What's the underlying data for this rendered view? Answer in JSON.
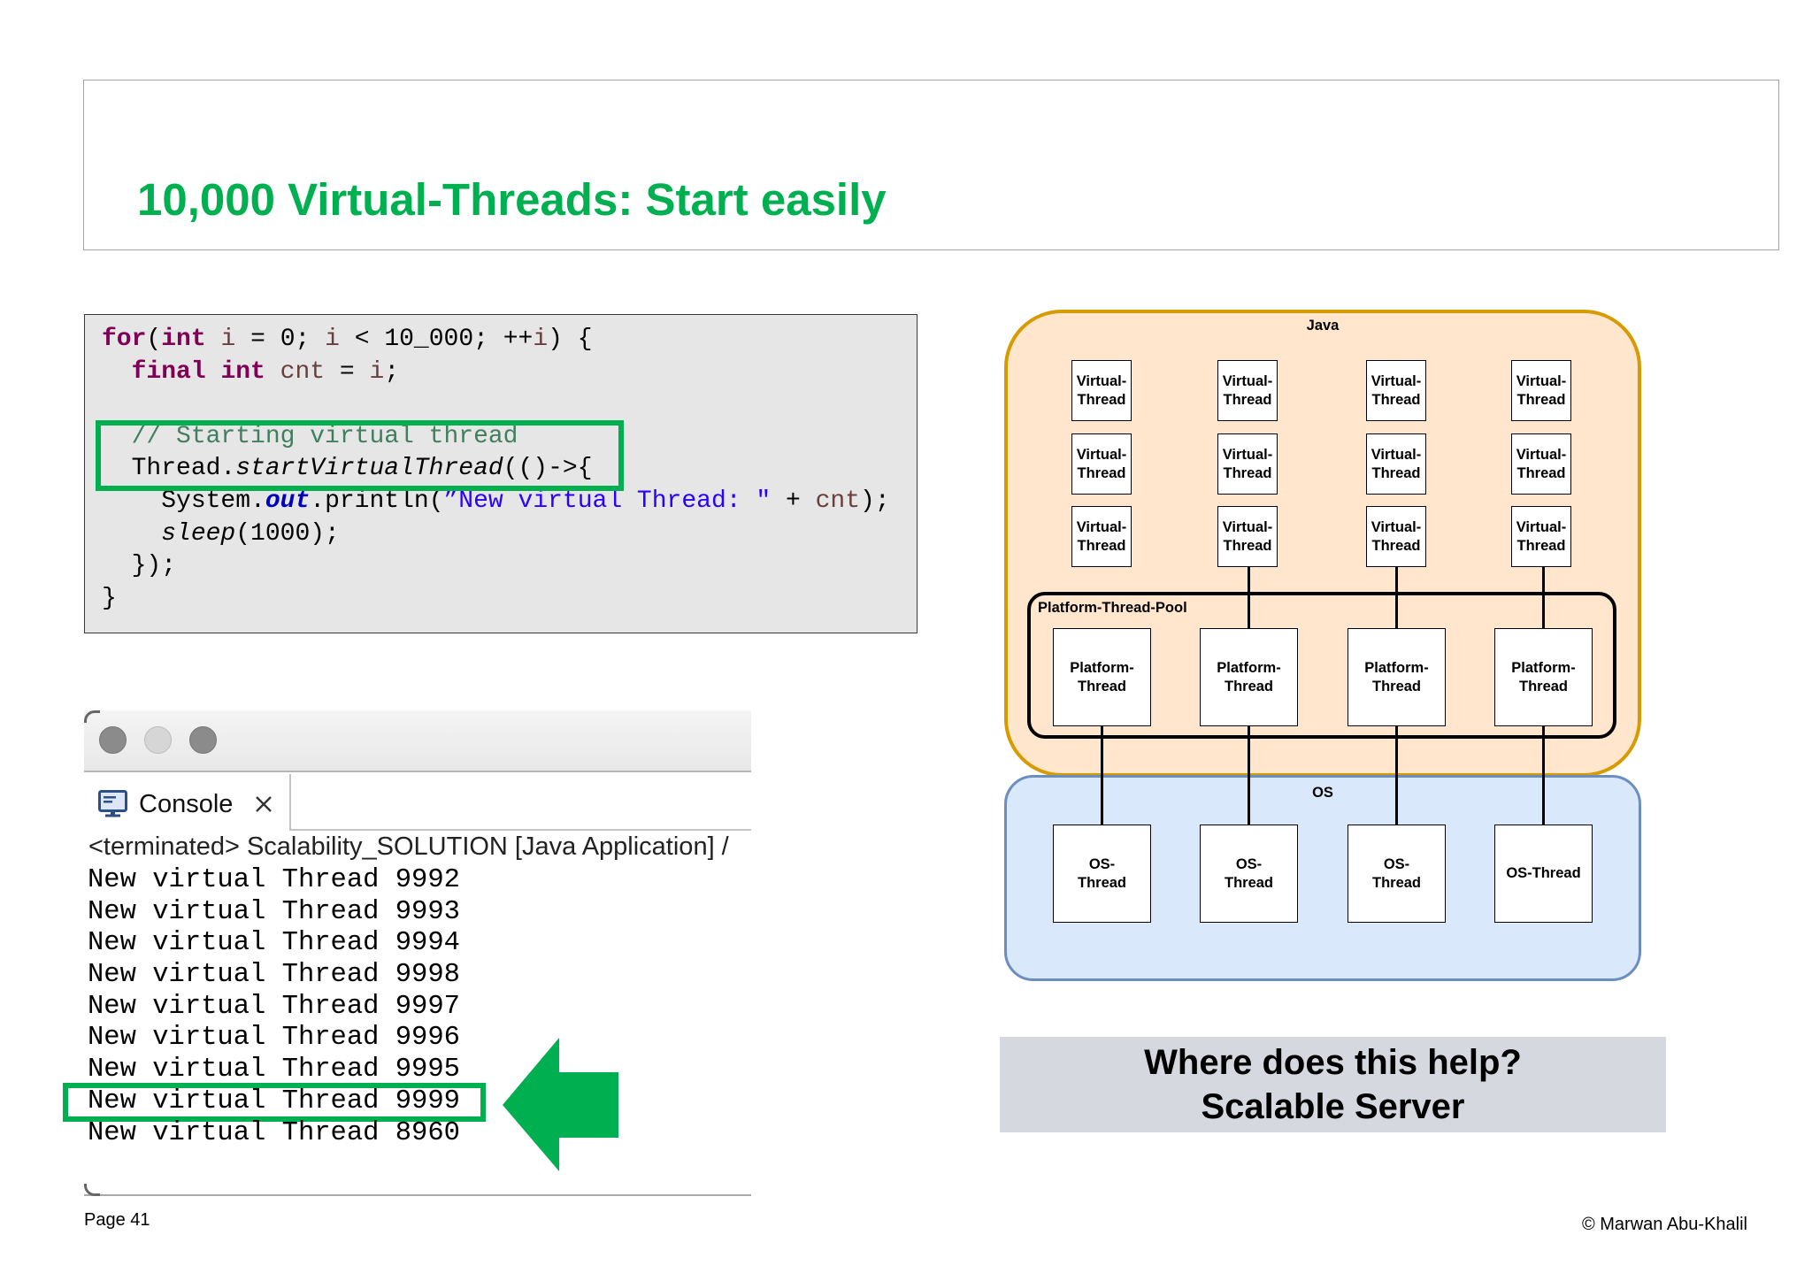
{
  "colors": {
    "accent_green": "#00b050",
    "title_border": "#a6a6a6",
    "code_bg": "#e6e6e6",
    "java_fill": "#ffe6cc",
    "java_stroke": "#d79b00",
    "os_fill": "#dae8fc",
    "os_stroke": "#6c8ebf",
    "callout_bg": "#d5d8df"
  },
  "slide": {
    "title": "10,000 Virtual-Threads: Start easily",
    "page_label": "Page 41",
    "copyright": "© Marwan Abu-Khalil"
  },
  "code": {
    "lines": [
      [
        {
          "text": "for",
          "color": "#7f0055",
          "bold": true
        },
        {
          "text": "("
        },
        {
          "text": "int",
          "color": "#7f0055",
          "bold": true
        },
        {
          "text": " "
        },
        {
          "text": "i",
          "color": "#6a3e3e"
        },
        {
          "text": " = 0; "
        },
        {
          "text": "i",
          "color": "#6a3e3e"
        },
        {
          "text": " < 10_000; ++"
        },
        {
          "text": "i",
          "color": "#6a3e3e"
        },
        {
          "text": ") {"
        }
      ],
      [
        {
          "text": "  "
        },
        {
          "text": "final",
          "color": "#7f0055",
          "bold": true
        },
        {
          "text": " "
        },
        {
          "text": "int",
          "color": "#7f0055",
          "bold": true
        },
        {
          "text": " "
        },
        {
          "text": "cnt",
          "color": "#6a3e3e"
        },
        {
          "text": " = "
        },
        {
          "text": "i",
          "color": "#6a3e3e"
        },
        {
          "text": ";"
        }
      ],
      [],
      [
        {
          "text": "  "
        },
        {
          "text": "// Starting virtual thread",
          "color": "#3f7f5f"
        }
      ],
      [
        {
          "text": "  Thread."
        },
        {
          "text": "startVirtualThread",
          "italic": true
        },
        {
          "text": "(()->{"
        }
      ],
      [
        {
          "text": "    System."
        },
        {
          "text": "out",
          "color": "#0000c0",
          "bold": true,
          "italic": true
        },
        {
          "text": ".println("
        },
        {
          "text": "”New virtual Thread: \"",
          "color": "#2a00ff"
        },
        {
          "text": " + "
        },
        {
          "text": "cnt",
          "color": "#6a3e3e"
        },
        {
          "text": ");"
        }
      ],
      [
        {
          "text": "    "
        },
        {
          "text": "sleep",
          "italic": true
        },
        {
          "text": "(1000);"
        }
      ],
      [
        {
          "text": "  });"
        }
      ],
      [
        {
          "text": "}"
        }
      ]
    ]
  },
  "console": {
    "tab_label": "Console",
    "tab_icon": "console-icon",
    "close_icon": "close-icon",
    "status": "<terminated> Scalability_SOLUTION [Java Application] /",
    "output": [
      {
        "text": "New virtual Thread 9992"
      },
      {
        "text": "New virtual Thread 9993"
      },
      {
        "text": "New virtual Thread 9994"
      },
      {
        "text": "New virtual Thread 9998"
      },
      {
        "text": "New virtual Thread 9997"
      },
      {
        "text": "New virtual Thread 9996"
      },
      {
        "text": "New virtual Thread 9995"
      },
      {
        "text": "New virtual Thread 9999",
        "highlighted": true
      },
      {
        "text": "New virtual Thread 8960"
      }
    ]
  },
  "annotation": {
    "arrow_icon": "left-arrow-icon"
  },
  "diagram": {
    "java_label": "Java",
    "os_label": "OS",
    "pool_label": "Platform-Thread-Pool",
    "virtual_threads": [
      [
        "Virtual-",
        "Thread"
      ],
      [
        "Virtual-",
        "Thread"
      ],
      [
        "Virtual-",
        "Thread"
      ],
      [
        "Virtual-",
        "Thread"
      ],
      [
        "Virtual-",
        "Thread"
      ],
      [
        "Virtual-",
        "Thread"
      ],
      [
        "Virtual-",
        "Thread"
      ],
      [
        "Virtual-",
        "Thread"
      ],
      [
        "Virtual-",
        "Thread"
      ],
      [
        "Virtual-",
        "Thread"
      ],
      [
        "Virtual-",
        "Thread"
      ],
      [
        "Virtual-",
        "Thread"
      ]
    ],
    "virtual_thread_links": [
      false,
      true,
      true,
      true
    ],
    "platform_threads": [
      [
        "Platform-",
        "Thread"
      ],
      [
        "Platform-",
        "Thread"
      ],
      [
        "Platform-",
        "Thread"
      ],
      [
        "Platform-",
        "Thread"
      ]
    ],
    "platform_os_links": [
      true,
      true,
      true,
      true
    ],
    "os_threads": [
      [
        "OS-",
        "Thread"
      ],
      [
        "OS-",
        "Thread"
      ],
      [
        "OS-",
        "Thread"
      ],
      [
        "OS-Thread"
      ]
    ]
  },
  "callout": {
    "line1": "Where does this help?",
    "line2": "Scalable Server"
  }
}
